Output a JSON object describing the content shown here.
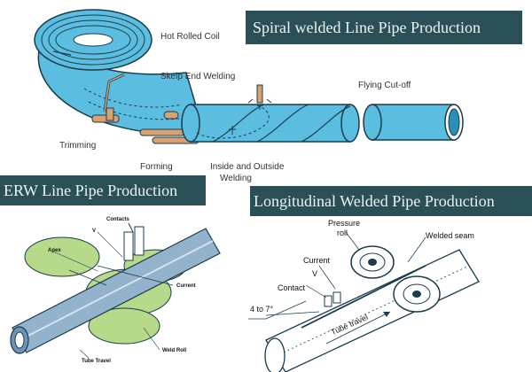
{
  "banners": {
    "spiral": "Spiral welded Line Pipe Production",
    "erw": "ERW Line Pipe Production",
    "longitudinal": "Longitudinal Welded Pipe Production"
  },
  "spiral_labels": {
    "hot_rolled_coil": "Hot Rolled Coil",
    "skelp_end_welding": "Skelp End Welding",
    "flying_cut_off": "Flying Cut-off",
    "trimming": "Trimming",
    "forming": "Forming",
    "inside_outside_welding_line1": "Inside and Outside",
    "inside_outside_welding_line2": "Welding"
  },
  "erw_labels": {
    "contacts": "Contacts",
    "v": "V",
    "apex": "Apex",
    "current": "Current",
    "weld_roll": "Weld Roll",
    "tube_travel": "Tube Travel"
  },
  "longitudinal_labels": {
    "pressure_roll_line1": "Pressure",
    "pressure_roll_line2": "roll",
    "welded_seam": "Welded seam",
    "current": "Current",
    "v": "V",
    "contact": "Contact",
    "angle": "4 to 7°",
    "tube_travel": "Tube travel"
  },
  "colors": {
    "banner_bg": "#2b4f56",
    "banner_text": "#eaf4f4",
    "pipe_blue": "#5bbde0",
    "pipe_blue_dark": "#2a8fb8",
    "roll_green": "#b6d98a",
    "erw_pipe": "#93b2cc",
    "rod_tan": "#d9a070"
  }
}
